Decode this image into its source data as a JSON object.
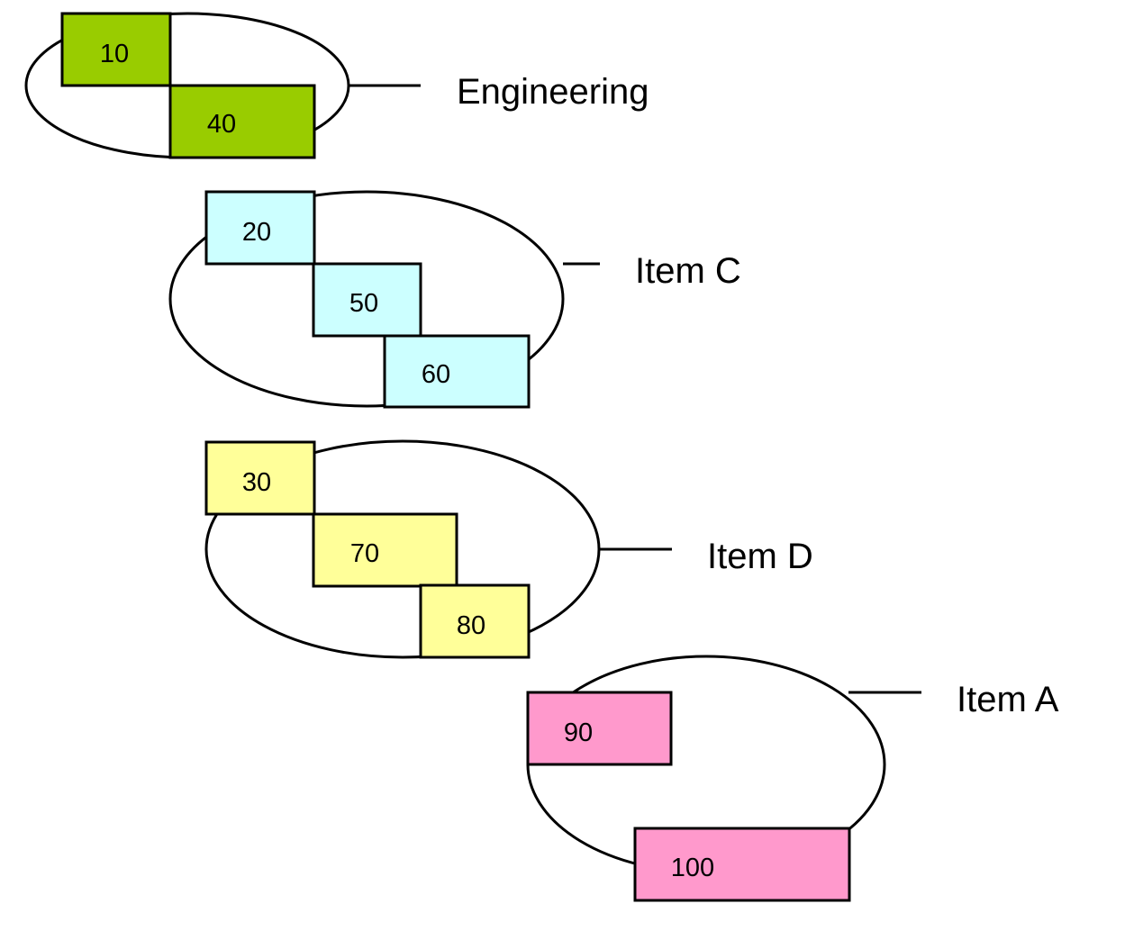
{
  "diagram": {
    "groups": [
      {
        "label": "Engineering",
        "color": "#99CC00",
        "boxes": [
          {
            "value": "10"
          },
          {
            "value": "40"
          }
        ]
      },
      {
        "label": "Item C",
        "color": "#CCFFFF",
        "boxes": [
          {
            "value": "20"
          },
          {
            "value": "50"
          },
          {
            "value": "60"
          }
        ]
      },
      {
        "label": "Item D",
        "color": "#FFFF99",
        "boxes": [
          {
            "value": "30"
          },
          {
            "value": "70"
          },
          {
            "value": "80"
          }
        ]
      },
      {
        "label": "Item A",
        "color": "#FF99CC",
        "boxes": [
          {
            "value": "90"
          },
          {
            "value": "100"
          }
        ]
      }
    ]
  }
}
